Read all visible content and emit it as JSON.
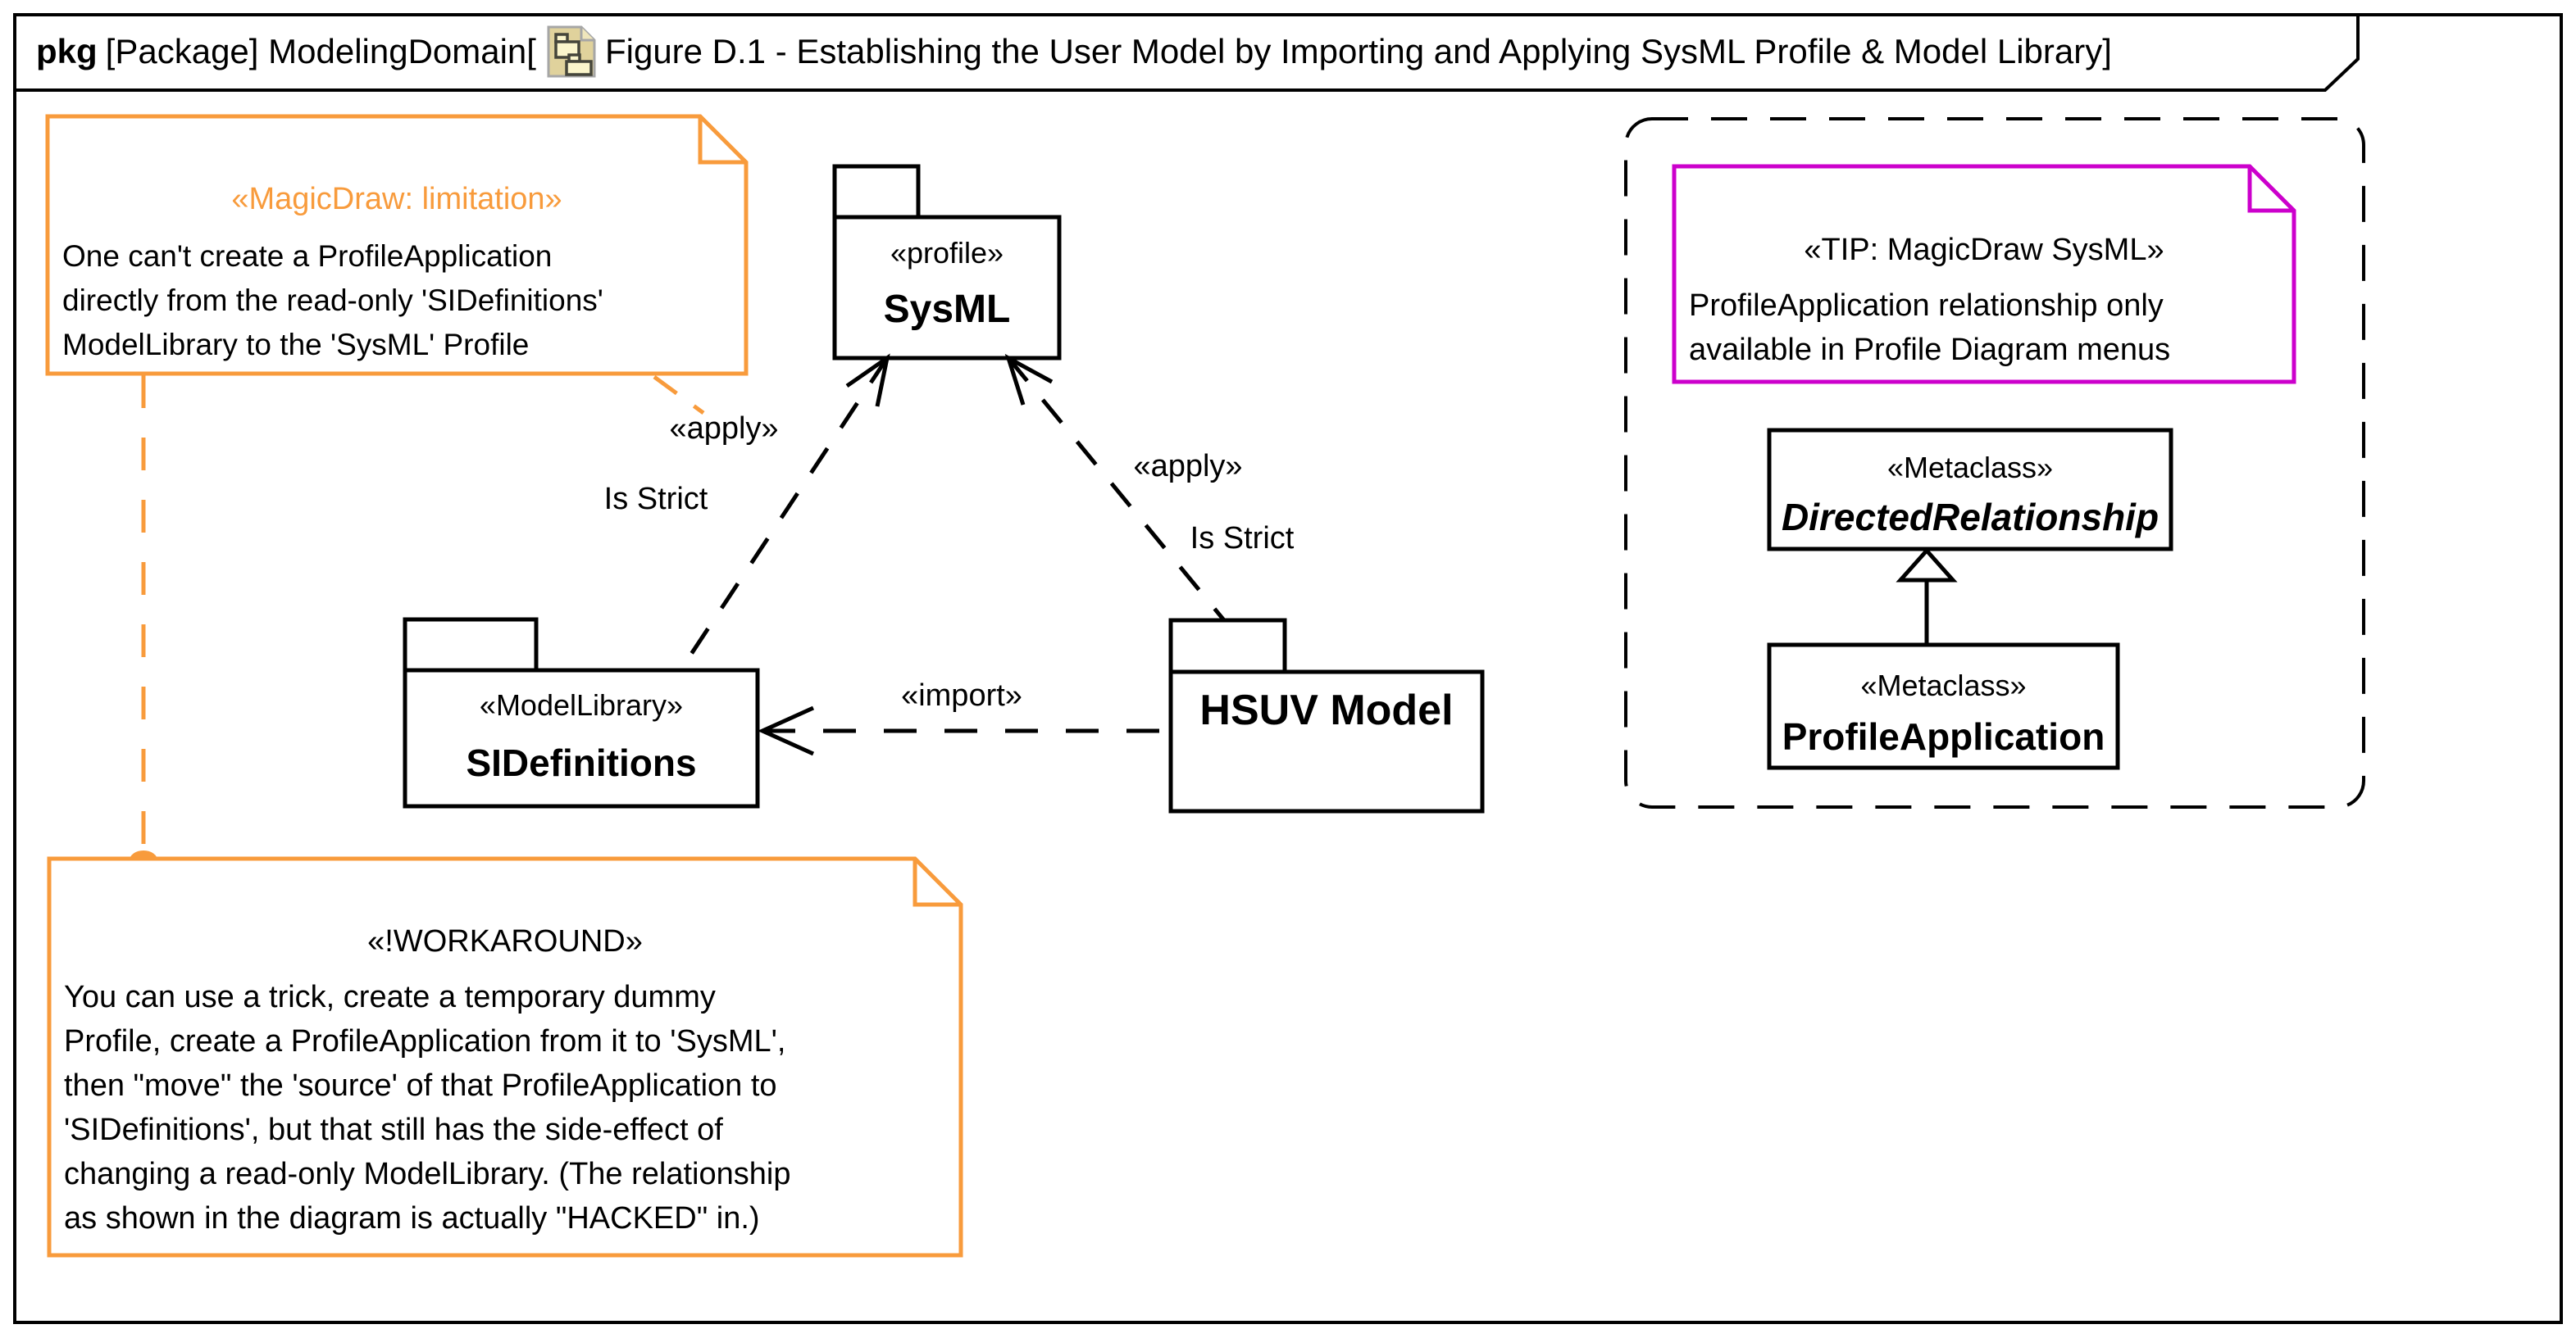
{
  "frame": {
    "title": {
      "keyword": "pkg",
      "prefix": "[Package] ModelingDomain[",
      "suffix": "Figure D.1 - Establishing the User Model by Importing and Applying SysML Profile & Model Library]"
    },
    "icon": "package-diagram-page-icon"
  },
  "notes": {
    "limitation": {
      "stereotype": "«MagicDraw: limitation»",
      "body": "One can't create a ProfileApplication\ndirectly from the read-only 'SIDefinitions'\nModelLibrary to the 'SysML' Profile",
      "border_color": "#F89B3C"
    },
    "workaround": {
      "stereotype": "«!WORKAROUND»",
      "body": "You can use a trick, create a temporary dummy\nProfile, create a ProfileApplication from it to 'SysML',\nthen \"move\" the 'source' of that ProfileApplication to\n'SIDefinitions', but that still has the side-effect of\nchanging a read-only ModelLibrary. (The relationship\nas shown in the diagram is actually \"HACKED\" in.)",
      "border_color": "#F89B3C"
    },
    "tip": {
      "stereotype": "«TIP: MagicDraw SysML»",
      "body": "ProfileApplication relationship only\navailable in Profile Diagram menus",
      "border_color": "#CC00CC"
    }
  },
  "packages": {
    "sysml": {
      "stereotype": "«profile»",
      "name": "SysML"
    },
    "sidefinitions": {
      "stereotype": "«ModelLibrary»",
      "name": "SIDefinitions"
    },
    "hsuv": {
      "name": "HSUV Model"
    }
  },
  "classes": {
    "directed_relationship": {
      "stereotype": "«Metaclass»",
      "name": "DirectedRelationship"
    },
    "profile_application": {
      "stereotype": "«Metaclass»",
      "name": "ProfileApplication"
    }
  },
  "edges": {
    "apply_left": {
      "stereotype": "«apply»",
      "label": "Is Strict"
    },
    "apply_right": {
      "stereotype": "«apply»",
      "label": "Is Strict"
    },
    "import": {
      "stereotype": "«import»"
    }
  },
  "colors": {
    "orange": "#F89B3C",
    "magenta": "#CC00CC",
    "black": "#000000",
    "icon_page": "#E0D29C",
    "icon_folder": "#FBF5CB"
  }
}
